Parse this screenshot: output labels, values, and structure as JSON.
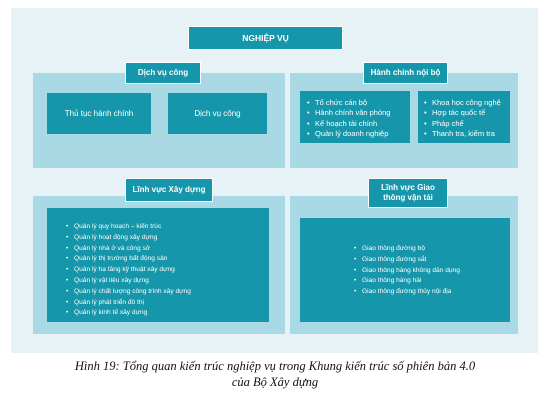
{
  "top": {
    "title": "NGHIỆP VỤ"
  },
  "dich_vu_cong": {
    "title": "Dịch vụ công",
    "items": [
      "Thủ tục hành chính",
      "Dịch vụ công"
    ]
  },
  "hanh_chinh": {
    "title": "Hành chính nội bộ",
    "left_items": [
      "Tổ chức cán bộ",
      "Hành chính văn phòng",
      "Kế hoạch tài chính",
      "Quản lý doanh nghiệp"
    ],
    "right_items": [
      "Khoa học công nghệ",
      "Hợp tác quốc tế",
      "Pháp chế",
      "Thanh tra, kiểm tra"
    ]
  },
  "xay_dung": {
    "title": "Lĩnh vực Xây dựng",
    "items": [
      "Quản lý quy hoạch – kiến trúc",
      "Quản lý hoạt động xây dựng",
      "Quản lý nhà ở và công sở",
      "Quản lý thị trường bất động sản",
      "Quản lý hạ tầng kỹ thuật xây dựng",
      "Quản lý vật liệu xây dựng",
      "Quản lý chất lượng công trình xây dựng",
      "Quản lý phát triển đô thị",
      "Quản lý kinh tế xây dựng"
    ]
  },
  "giao_thong": {
    "title_line1": "Lĩnh vực Giao",
    "title_line2": "thông vận tải",
    "items": [
      "Giao thông đường bộ",
      "Giao thông đường sắt",
      "Giao thông hàng không dân dụng",
      "Giao thông hàng hải",
      "Giao thông đường thủy nội địa"
    ]
  },
  "caption": {
    "line1": "Hình 19: Tổng quan kiến trúc nghiệp vụ trong Khung kiến trúc số phiên bản 4.0",
    "line2": "của Bộ Xây dựng"
  },
  "colors": {
    "teal": "#1596aa",
    "panel": "#a8d9e4",
    "background": "#e7f2f6"
  }
}
